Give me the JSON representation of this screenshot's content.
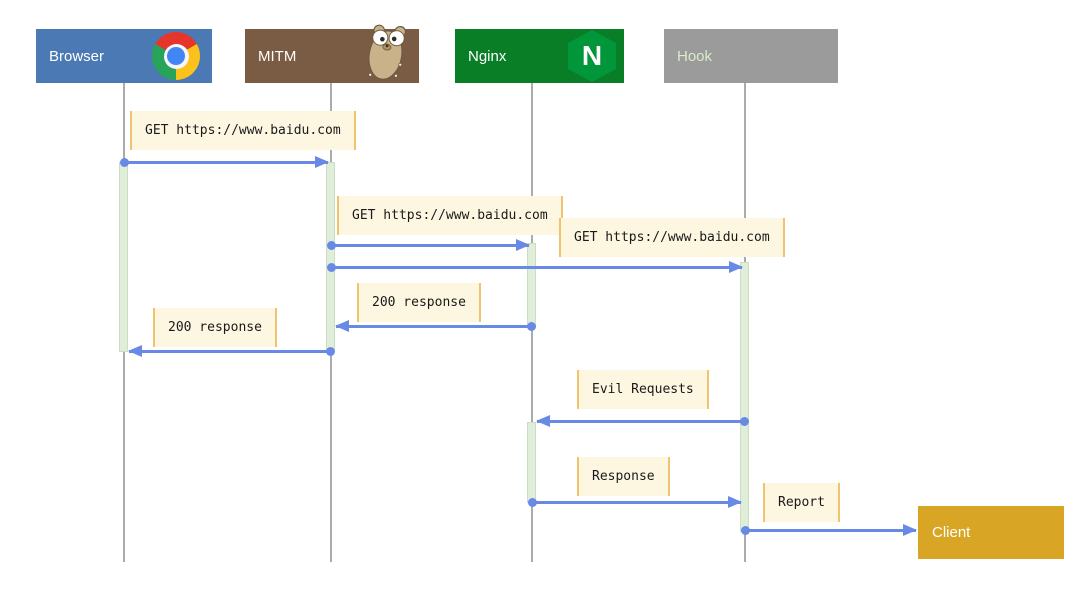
{
  "diagram_type": "sequence",
  "actors": [
    {
      "id": "browser",
      "label": "Browser",
      "color": "#4a79b3",
      "text_color": "#ffffff",
      "icon": "chrome-logo"
    },
    {
      "id": "mitm",
      "label": "MITM",
      "color": "#7a5b43",
      "text_color": "#ffffff",
      "icon": "go-gopher"
    },
    {
      "id": "nginx",
      "label": "Nginx",
      "color": "#0a7d27",
      "text_color": "#ffffff",
      "icon": "nginx-hexagon",
      "icon_letter": "N",
      "icon_color": "#019639"
    },
    {
      "id": "hook",
      "label": "Hook",
      "color": "#9b9b9b",
      "text_color": "#d9ecc8",
      "icon": "none"
    },
    {
      "id": "client",
      "label": "Client",
      "color": "#d8a624",
      "text_color": "#ffffff",
      "icon": "none"
    }
  ],
  "messages": [
    {
      "from": "Browser",
      "to": "MITM",
      "label": "GET https://www.baidu.com",
      "direction": "right"
    },
    {
      "from": "MITM",
      "to": "Nginx",
      "label": "GET https://www.baidu.com",
      "direction": "right"
    },
    {
      "from": "MITM",
      "to": "Hook",
      "label": "GET https://www.baidu.com",
      "direction": "right"
    },
    {
      "from": "Nginx",
      "to": "MITM",
      "label": "200 response",
      "direction": "left"
    },
    {
      "from": "MITM",
      "to": "Browser",
      "label": "200 response",
      "direction": "left"
    },
    {
      "from": "Hook",
      "to": "Nginx",
      "label": "Evil Requests",
      "direction": "left"
    },
    {
      "from": "Nginx",
      "to": "Hook",
      "label": "Response",
      "direction": "right"
    },
    {
      "from": "Hook",
      "to": "Client",
      "label": "Report",
      "direction": "right"
    }
  ],
  "colors": {
    "arrow": "#688ae6",
    "label_background": "#fdf6e1",
    "label_border": "#f0c36d",
    "activation_bar": "#e0edd9",
    "lifeline": "#ababab",
    "background": "#ffffff"
  }
}
